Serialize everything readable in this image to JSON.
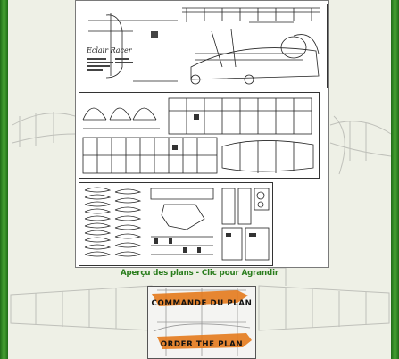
{
  "plans": {
    "title_script": "Eclair Racer"
  },
  "caption": {
    "text": "Aperçu des plans - Clic pour Agrandir"
  },
  "order": {
    "line1": "COMMANDE DU PLAN",
    "line2": "ORDER THE PLAN"
  },
  "colors": {
    "border_green": "#2f8a22",
    "caption_green": "#2a7d1d",
    "order_orange": "#e47a1c"
  }
}
